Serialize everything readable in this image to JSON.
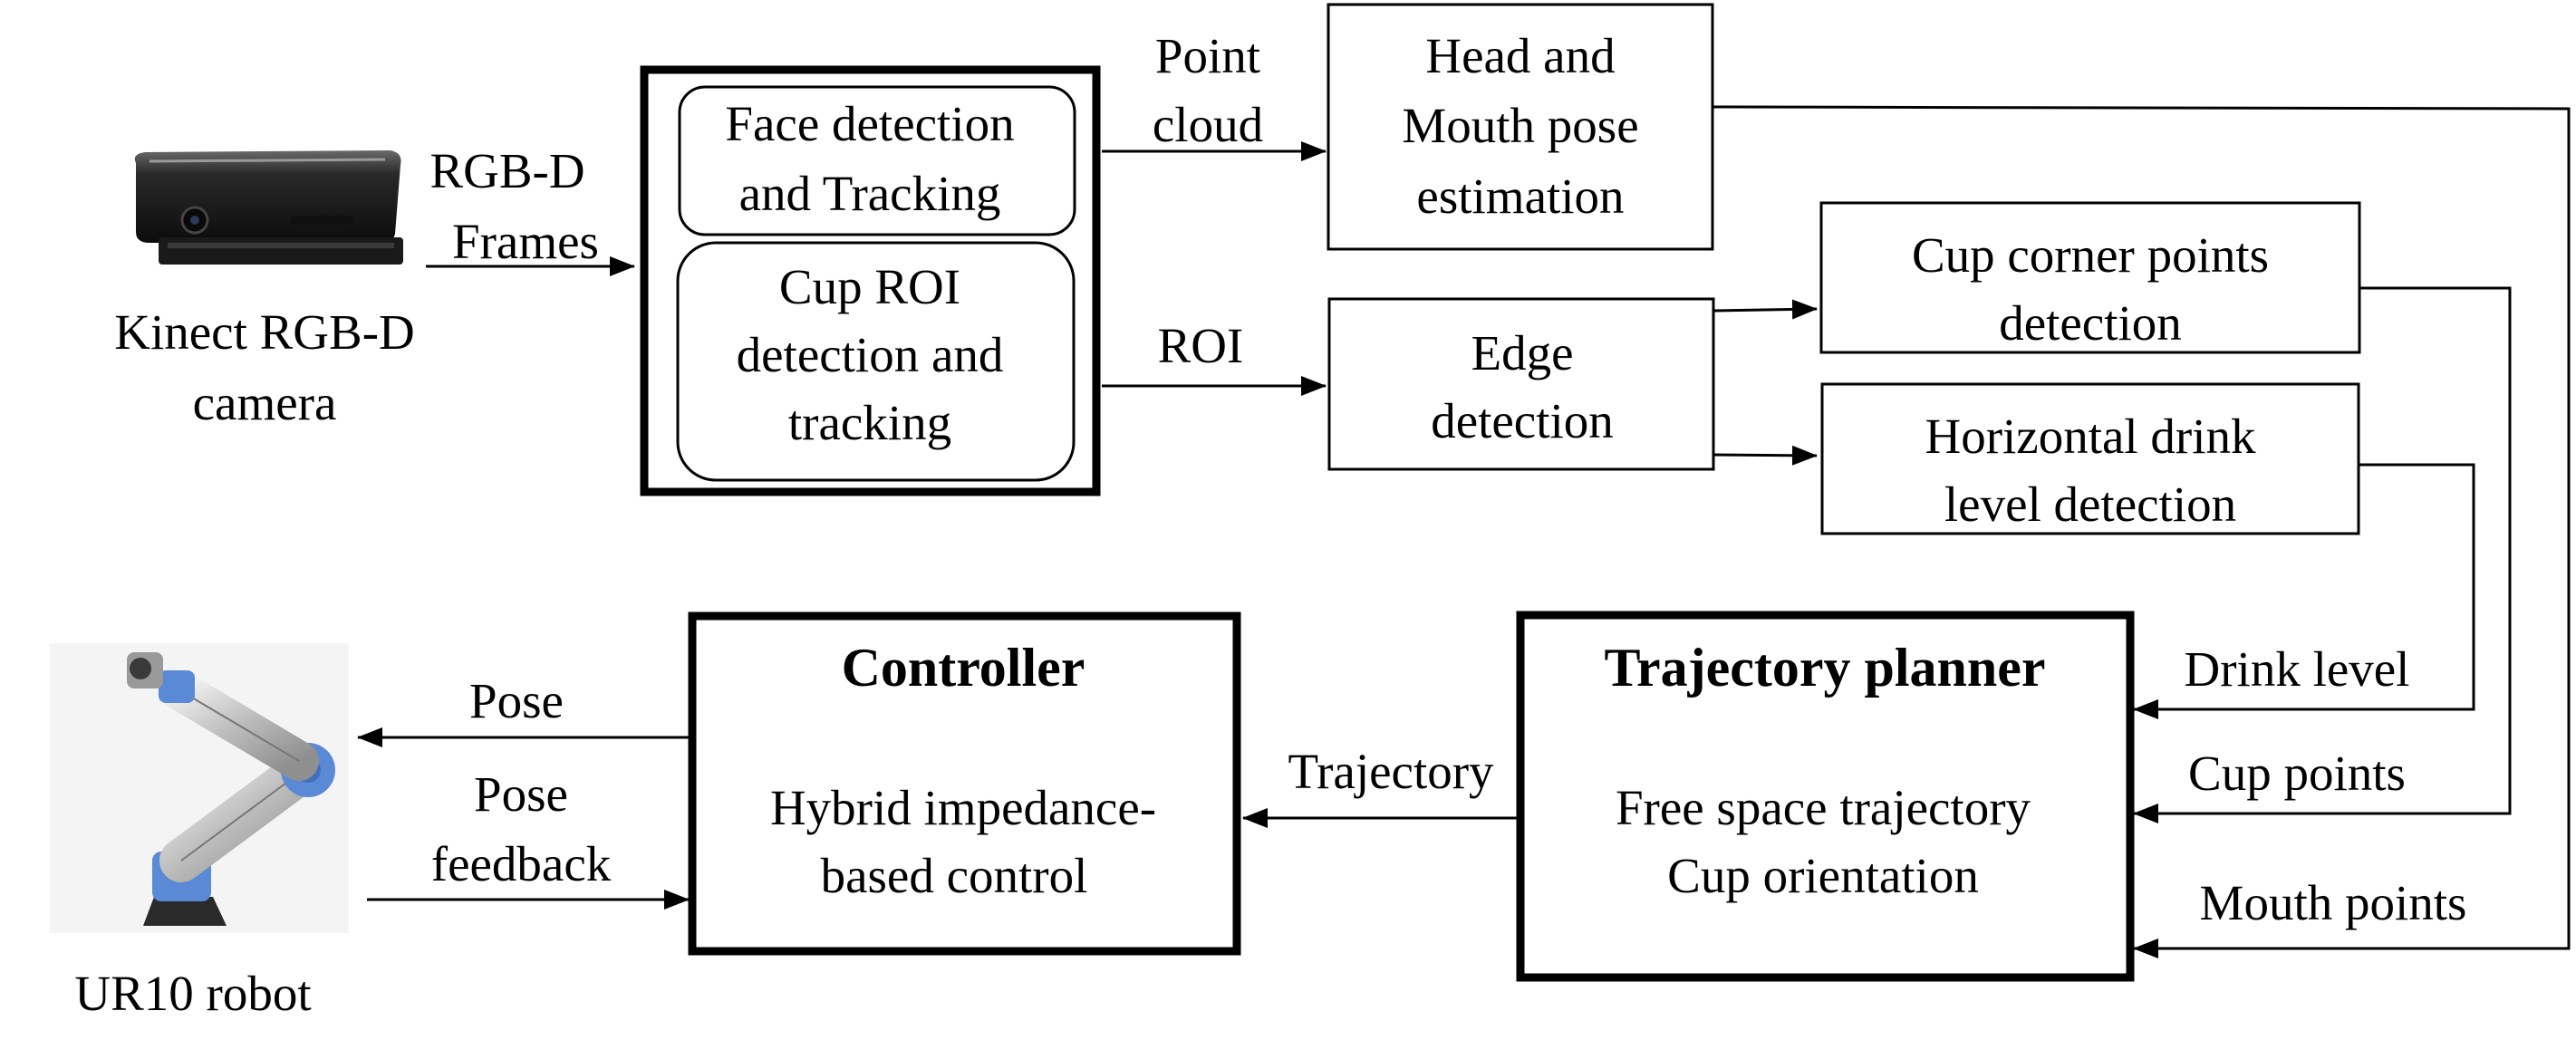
{
  "kinect": {
    "label_line1": "Kinect RGB-D",
    "label_line2": "camera"
  },
  "robot": {
    "label": "UR10 robot"
  },
  "arrows": {
    "rgbd_line1": "RGB-D",
    "rgbd_line2": "Frames",
    "point_cloud_line1": "Point",
    "point_cloud_line2": "cloud",
    "roi": "ROI",
    "pose": "Pose",
    "pose_feedback_line1": "Pose",
    "pose_feedback_line2": "feedback",
    "trajectory": "Trajectory",
    "drink_level": "Drink level",
    "cup_points": "Cup points",
    "mouth_points": "Mouth points"
  },
  "blocks": {
    "face_line1": "Face detection",
    "face_line2": "and Tracking",
    "cup_roi_line1": "Cup ROI",
    "cup_roi_line2": "detection and",
    "cup_roi_line3": "tracking",
    "head_line1": "Head and",
    "head_line2": "Mouth pose",
    "head_line3": "estimation",
    "edge_line1": "Edge",
    "edge_line2": "detection",
    "cup_corner_line1": "Cup corner points",
    "cup_corner_line2": "detection",
    "horizontal_line1": "Horizontal drink",
    "horizontal_line2": "level detection",
    "controller_title": "Controller",
    "controller_line1": "Hybrid impedance-",
    "controller_line2": "based control",
    "planner_title": "Trajectory planner",
    "planner_line1": "Free space trajectory",
    "planner_line2": "Cup orientation"
  }
}
